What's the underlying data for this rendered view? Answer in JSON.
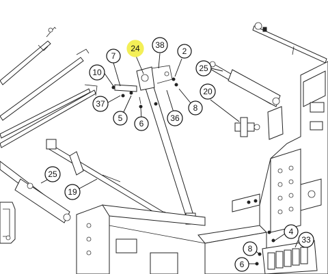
{
  "diagram": {
    "highlight_color": "#f3ef57",
    "line_color": "#222222",
    "callouts": [
      {
        "label": "24",
        "highlighted": true
      },
      {
        "label": "38"
      },
      {
        "label": "7"
      },
      {
        "label": "2"
      },
      {
        "label": "25"
      },
      {
        "label": "10"
      },
      {
        "label": "37"
      },
      {
        "label": "5"
      },
      {
        "label": "6"
      },
      {
        "label": "36"
      },
      {
        "label": "8"
      },
      {
        "label": "20"
      },
      {
        "label": "25"
      },
      {
        "label": "19"
      },
      {
        "label": "4"
      },
      {
        "label": "8"
      },
      {
        "label": "33"
      },
      {
        "label": "6"
      }
    ]
  }
}
